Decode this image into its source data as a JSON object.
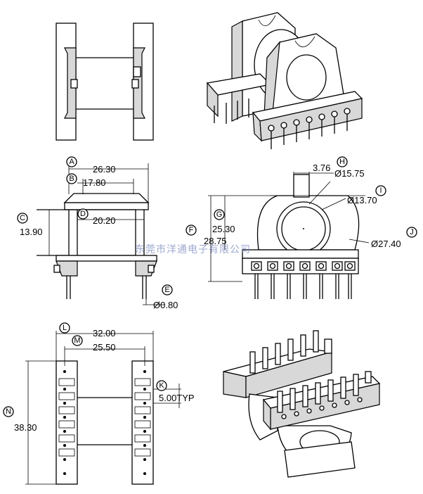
{
  "dimensions": {
    "A": {
      "letter": "A",
      "value": "26.30"
    },
    "B": {
      "letter": "B",
      "value": "17.80"
    },
    "C": {
      "letter": "C",
      "value": "13.90"
    },
    "D": {
      "letter": "D",
      "value": "20.20"
    },
    "E": {
      "letter": "E",
      "value": "Ø0.80"
    },
    "F": {
      "letter": "F",
      "value": "28.75"
    },
    "G": {
      "letter": "G",
      "value": "25.30"
    },
    "H": {
      "letter": "H",
      "value": "3.76",
      "value2": "Ø15.75"
    },
    "I": {
      "letter": "I",
      "value": "Ø13.70"
    },
    "J": {
      "letter": "J",
      "value": "Ø27.40"
    },
    "K": {
      "letter": "K",
      "value": "5.00TYP"
    },
    "L": {
      "letter": "L",
      "value": "32.00"
    },
    "M": {
      "letter": "M",
      "value": "25.50"
    },
    "N": {
      "letter": "N",
      "value": "38.30"
    }
  },
  "watermark": "东莞市洋通电子有限公司"
}
